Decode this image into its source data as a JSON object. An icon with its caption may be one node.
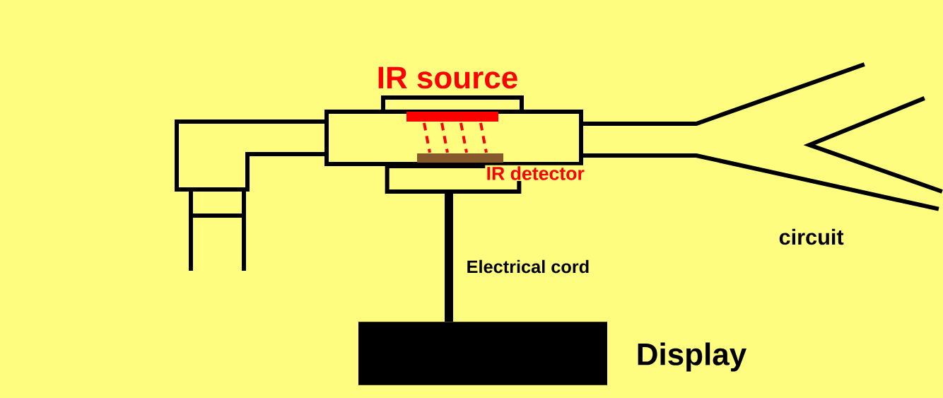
{
  "diagram": {
    "nodes": [
      {
        "text": [],
        "shape": "box"
      },
      {
        "text": [],
        "shape": "box",
        "beside": [
          "Display"
        ]
      }
    ],
    "edges": [
      {
        "from": 0,
        "to": 1,
        "arrow": "none",
        "label": "Electrical cord"
      }
    ],
    "labels": [
      "IR source",
      "IR detector",
      "circuit"
    ]
  }
}
